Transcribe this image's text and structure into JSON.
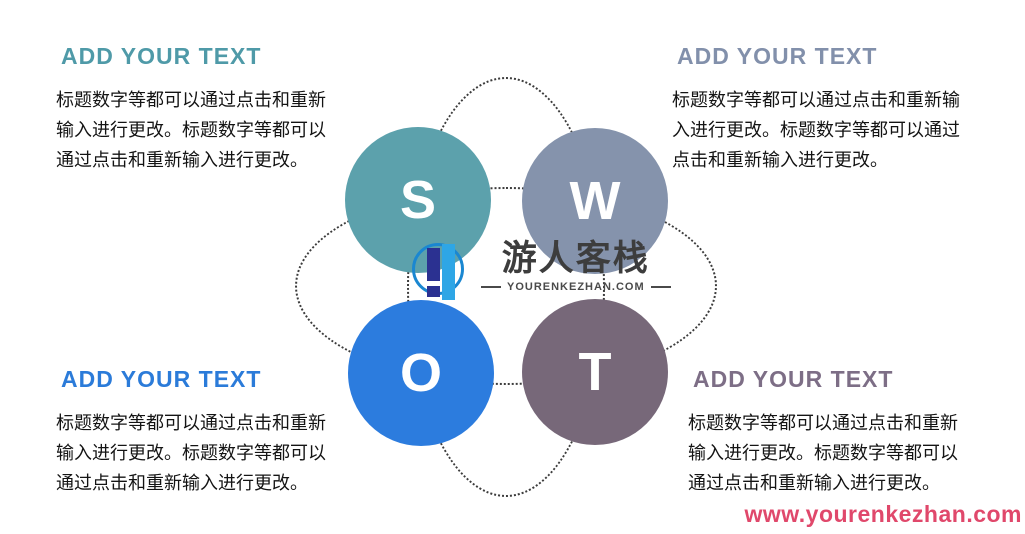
{
  "slide": {
    "background": "#ffffff"
  },
  "blocks": {
    "top_left": {
      "heading": "ADD YOUR TEXT",
      "heading_color": "#4f9aa8",
      "body": "标题数字等都可以通过点击和重新\n输入进行更改。标题数字等都可以\n通过点击和重新输入进行更改。"
    },
    "top_right": {
      "heading": "ADD YOUR TEXT",
      "heading_color": "#8290ab",
      "body": "标题数字等都可以通过点击和重新输\n入进行更改。标题数字等都可以通过\n点击和重新输入进行更改。"
    },
    "bottom_left": {
      "heading": "ADD YOUR TEXT",
      "heading_color": "#2b7bd9",
      "body": "标题数字等都可以通过点击和重新\n输入进行更改。标题数字等都可以\n通过点击和重新输入进行更改。"
    },
    "bottom_right": {
      "heading": "ADD YOUR TEXT",
      "heading_color": "#7d6e86",
      "body": "标题数字等都可以通过点击和重新\n输入进行更改。标题数字等都可以\n通过点击和重新输入进行更改。"
    }
  },
  "swot": {
    "s": {
      "letter": "S",
      "color": "#5ca1ac"
    },
    "w": {
      "letter": "W",
      "color": "#8593ac"
    },
    "o": {
      "letter": "O",
      "color": "#2c7cde"
    },
    "t": {
      "letter": "T",
      "color": "#776879"
    }
  },
  "watermark": {
    "brand": "游人客栈",
    "domain_label": "YOURENKEZHAN.COM",
    "site_url": "www.yourenkezhan.com",
    "url_color": "#e0486b",
    "icon": "yourenkezhan-logo-icon",
    "icon_ring_color": "#1a87d1",
    "icon_navy_color": "#2b3191",
    "icon_blue_color": "#2ea6e6"
  }
}
